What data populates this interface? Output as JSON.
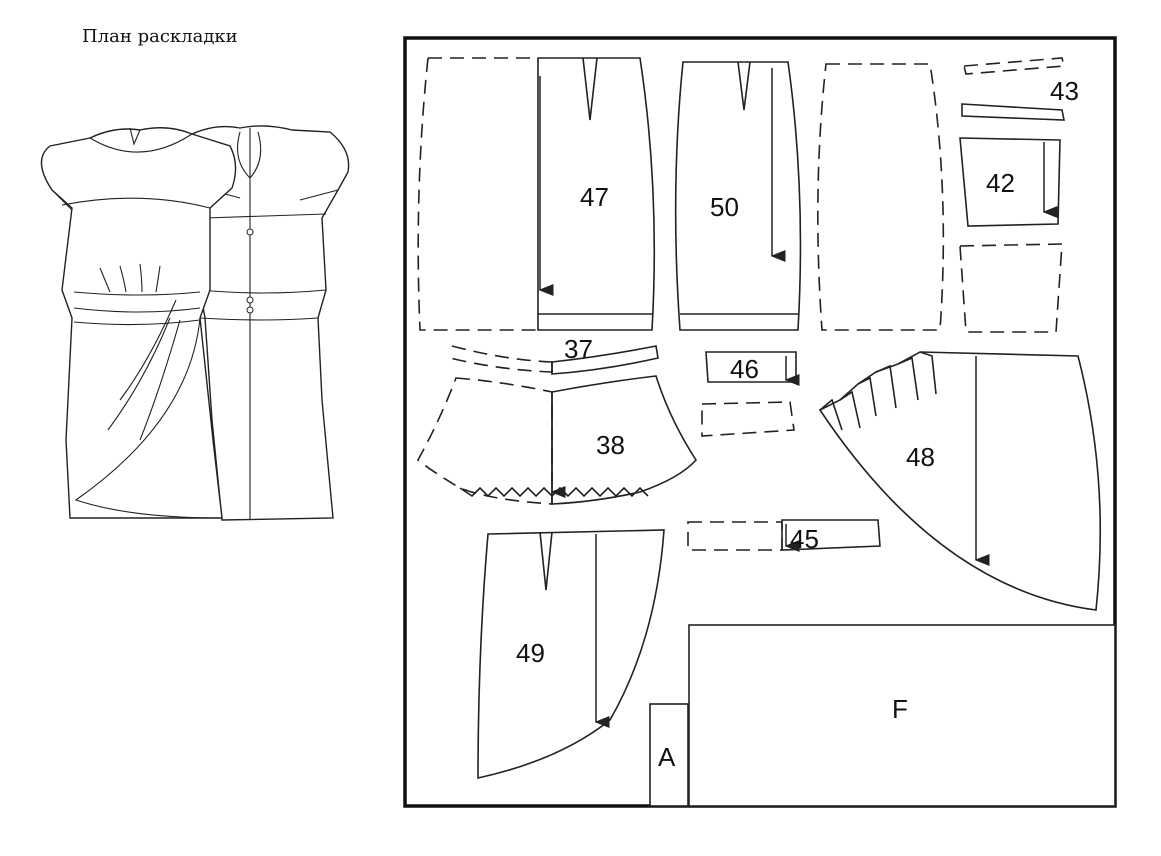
{
  "title": "План раскладки",
  "pieces": {
    "p47": "47",
    "p50": "50",
    "p43": "43",
    "p42": "42",
    "p37": "37",
    "p46": "46",
    "p38": "38",
    "p48": "48",
    "p45": "45",
    "p49": "49",
    "pA": "A",
    "pF": "F"
  }
}
